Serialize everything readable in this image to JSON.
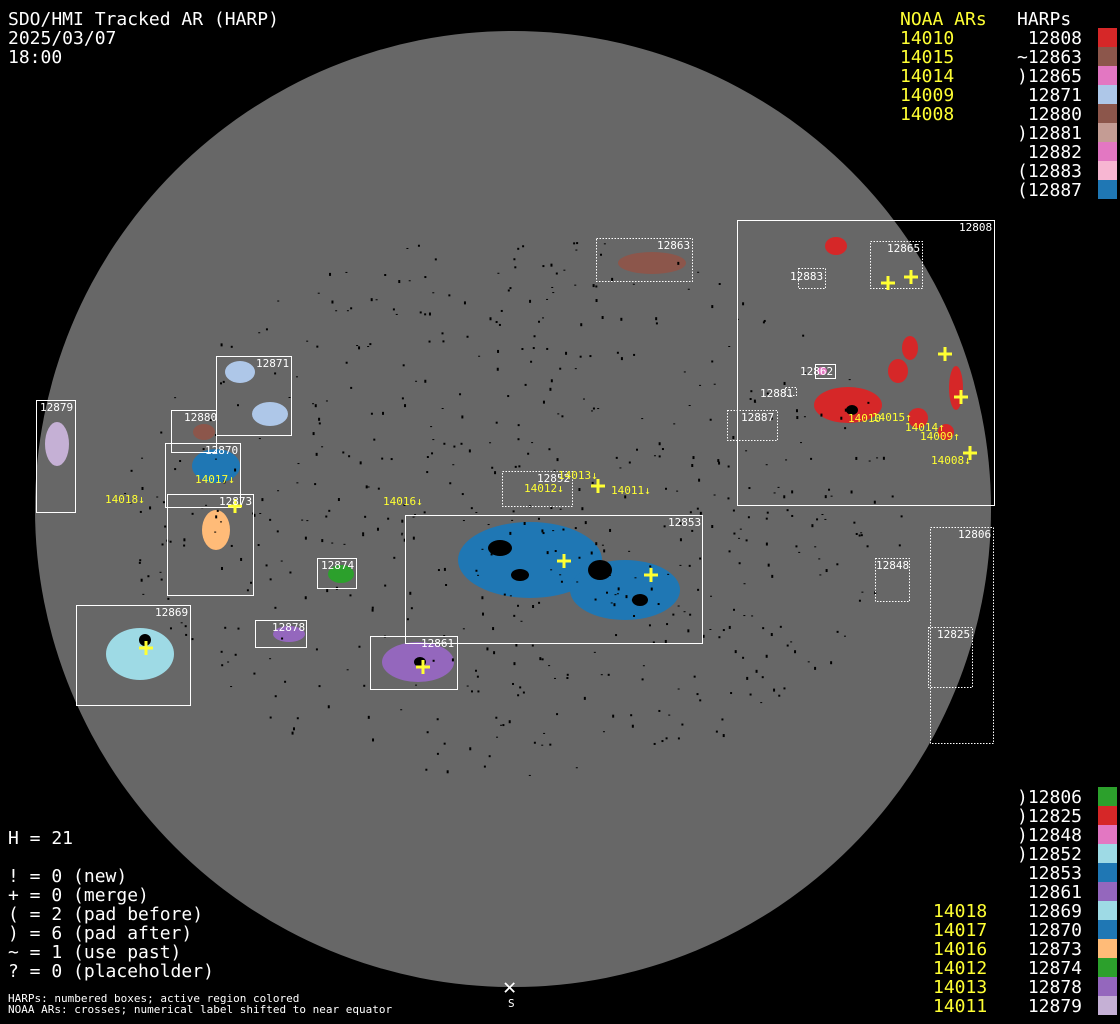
{
  "title": {
    "line1": "SDO/HMI Tracked AR (HARP)",
    "date": "2025/03/07",
    "time": "18:00"
  },
  "legend_top": {
    "noaa_header": "NOAA ARs",
    "harp_header": "HARPs",
    "noaa": [
      "14010",
      "14015",
      "14014",
      "14009",
      "14008"
    ],
    "harps": [
      {
        "label": " 12808",
        "color": "#d62728"
      },
      {
        "label": "~12863",
        "color": "#8c564b"
      },
      {
        "label": ")12865",
        "color": "#e377c2"
      },
      {
        "label": " 12871",
        "color": "#aec7e8"
      },
      {
        "label": " 12880",
        "color": "#8c564b"
      },
      {
        "label": ")12881",
        "color": "#c49c94"
      },
      {
        "label": " 12882",
        "color": "#e377c2"
      },
      {
        "label": "(12883",
        "color": "#f7b6d2"
      },
      {
        "label": "(12887",
        "color": "#1f77b4"
      }
    ]
  },
  "legend_bottom": {
    "noaa": [
      "14018",
      "14017",
      "14016",
      "14012",
      "14013",
      "14011"
    ],
    "harps": [
      {
        "label": ")12806",
        "color": "#2ca02c"
      },
      {
        "label": ")12825",
        "color": "#d62728"
      },
      {
        "label": ")12848",
        "color": "#e377c2"
      },
      {
        "label": ")12852",
        "color": "#9edae5"
      },
      {
        "label": " 12853",
        "color": "#1f77b4"
      },
      {
        "label": " 12861",
        "color": "#9467bd"
      },
      {
        "label": " 12869",
        "color": "#9edae5"
      },
      {
        "label": " 12870",
        "color": "#1f77b4"
      },
      {
        "label": " 12873",
        "color": "#ffbb78"
      },
      {
        "label": " 12874",
        "color": "#2ca02c"
      },
      {
        "label": " 12878",
        "color": "#9467bd"
      },
      {
        "label": " 12879",
        "color": "#c5b0d5"
      }
    ]
  },
  "stats": {
    "h": "H = 21",
    "lines": [
      "! = 0 (new)",
      "+ = 0 (merge)",
      "( = 2 (pad before)",
      ") = 6 (pad after)",
      "~ = 1 (use past)",
      "? = 0 (placeholder)"
    ]
  },
  "footer": {
    "line1": "HARPs: numbered boxes; active region colored",
    "line2": "NOAA ARs: crosses; numerical label shifted to near equator"
  },
  "south_marker": {
    "icon": "x-mark-icon",
    "label": "S"
  },
  "disk": {
    "disk_color": "#676767",
    "harp_labels": [
      "12808",
      "12863",
      "12865",
      "12883",
      "12862",
      "12881",
      "12887",
      "12871",
      "12880",
      "12879",
      "12870",
      "12873",
      "12852",
      "12853",
      "12874",
      "12869",
      "12878",
      "12861",
      "12848",
      "12806",
      "12825"
    ],
    "noaa_labels": [
      "14018↓",
      "14017↓",
      "14016↓",
      "14012↓",
      "14013↓",
      "14011↓",
      "14010",
      "14015↑",
      "14014↑",
      "14009↑",
      "14008↓"
    ]
  }
}
